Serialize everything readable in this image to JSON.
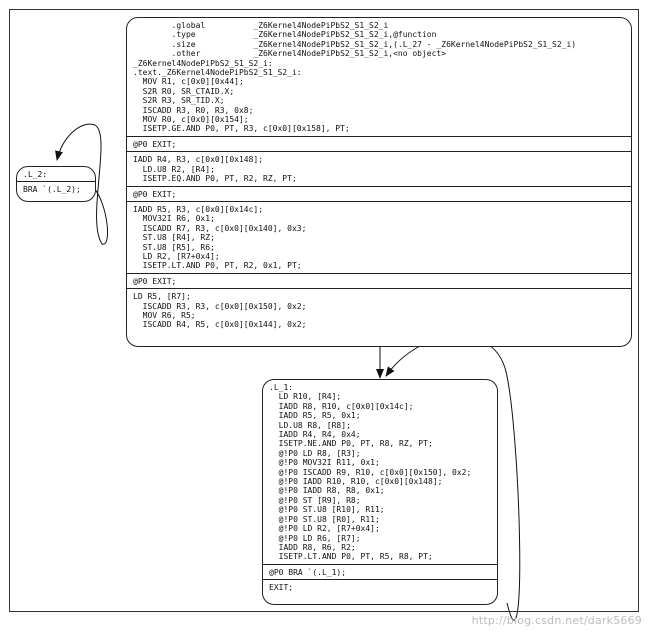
{
  "nodes": {
    "main": {
      "sections": [
        [
          "        .global          _Z6Kernel4NodePiPbS2_S1_S2_i",
          "        .type            _Z6Kernel4NodePiPbS2_S1_S2_i,@function",
          "        .size            _Z6Kernel4NodePiPbS2_S1_S2_i,(.L_27 - _Z6Kernel4NodePiPbS2_S1_S2_i)",
          "        .other           _Z6Kernel4NodePiPbS2_S1_S2_i,<no object>",
          "_Z6Kernel4NodePiPbS2_S1_S2_i:",
          ".text._Z6Kernel4NodePiPbS2_S1_S2_i:",
          "  MOV R1, c[0x0][0x44];",
          "  S2R R0, SR_CTAID.X;",
          "  S2R R3, SR_TID.X;",
          "  ISCADD R3, R0, R3, 0x8;",
          "  MOV R0, c[0x0][0x154];",
          "  ISETP.GE.AND P0, PT, R3, c[0x0][0x158], PT;"
        ],
        [
          "@P0 EXIT;"
        ],
        [
          "IADD R4, R3, c[0x0][0x148];",
          "  LD.U8 R2, [R4];",
          "  ISETP.EQ.AND P0, PT, R2, RZ, PT;"
        ],
        [
          "@P0 EXIT;"
        ],
        [
          "IADD R5, R3, c[0x0][0x14c];",
          "  MOV32I R6, 0x1;",
          "  ISCADD R7, R3, c[0x0][0x140], 0x3;",
          "  ST.U8 [R4], RZ;",
          "  ST.U8 [R5], R6;",
          "  LD R2, [R7+0x4];",
          "  ISETP.LT.AND P0, PT, R2, 0x1, PT;"
        ],
        [
          "@P0 EXIT;"
        ],
        [
          "LD R5, [R7];",
          "  ISCADD R3, R3, c[0x0][0x150], 0x2;",
          "  MOV R6, R5;",
          "  ISCADD R4, R5, c[0x0][0x144], 0x2;"
        ]
      ]
    },
    "l2": {
      "sections": [
        [
          ".L_2:"
        ],
        [
          "BRA `(.L_2);"
        ]
      ]
    },
    "l1": {
      "sections": [
        [
          ".L_1:",
          "  LD R10, [R4];",
          "  IADD R8, R10, c[0x0][0x14c];",
          "  IADD R5, R5, 0x1;",
          "  LD.U8 R8, [R8];",
          "  IADD R4, R4, 0x4;",
          "  ISETP.NE.AND P0, PT, R8, RZ, PT;",
          "  @!P0 LD R8, [R3];",
          "  @!P0 MOV32I R11, 0x1;",
          "  @!P0 ISCADD R9, R10, c[0x0][0x150], 0x2;",
          "  @!P0 IADD R10, R10, c[0x0][0x148];",
          "  @!P0 IADD R8, R8, 0x1;",
          "  @!P0 ST [R9], R8;",
          "  @!P0 ST.U8 [R10], R11;",
          "  @!P0 ST.U8 [R0], R11;",
          "  @!P0 LD R2, [R7+0x4];",
          "  @!P0 LD R6, [R7];",
          "  IADD R8, R6, R2;",
          "  ISETP.LT.AND P0, PT, R5, R8, PT;"
        ],
        [
          "@P0 BRA `(.L_1);"
        ],
        [
          "EXIT;"
        ]
      ]
    }
  },
  "watermark": "http://blog.csdn.net/dark5669"
}
